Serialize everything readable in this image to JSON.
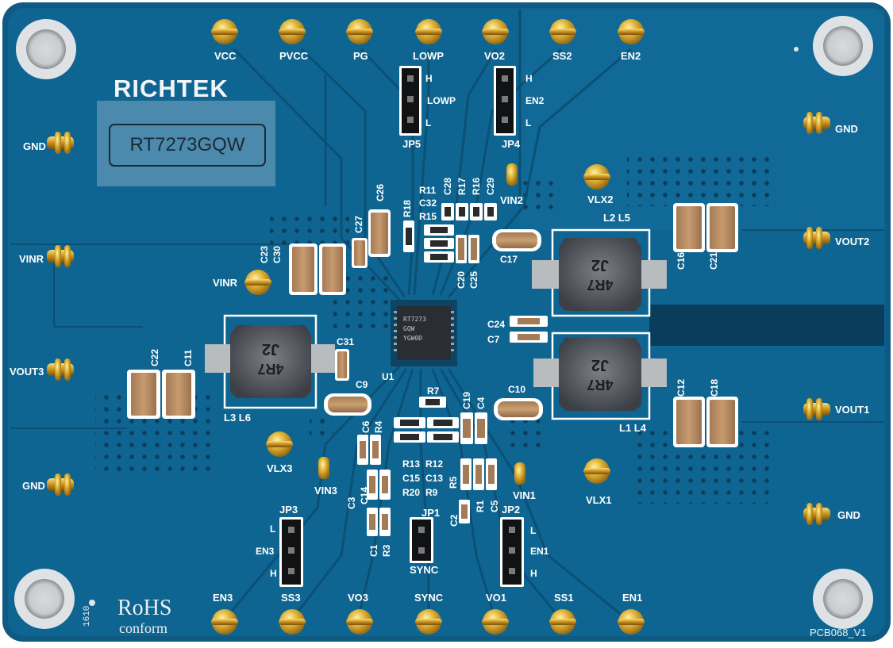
{
  "board": {
    "brand": "RICHTEK",
    "part_number": "RT7273GQW",
    "rohs": "RoHS",
    "conform": "conform",
    "pcb_version": "PCB068_V1",
    "date_code": "1610",
    "chip_marking": [
      "RT7273",
      "GQW",
      "YGW0D"
    ]
  },
  "test_points": {
    "top": [
      "VCC",
      "PVCC",
      "PG",
      "LOWP",
      "VO2",
      "SS2",
      "EN2"
    ],
    "bottom": [
      "EN3",
      "SS3",
      "VO3",
      "SYNC",
      "VO1",
      "SS1",
      "EN1"
    ],
    "left": [
      "GND",
      "VINR",
      "VOUT3",
      "GND"
    ],
    "right": [
      "GND",
      "VOUT2",
      "VOUT1",
      "GND"
    ],
    "inner": [
      "VINR",
      "VIN2",
      "VLX2",
      "VLX3",
      "VIN3",
      "VIN1",
      "VLX1"
    ]
  },
  "jumpers": {
    "jp5": {
      "name": "JP5",
      "pins": [
        "H",
        "LOWP",
        "L"
      ]
    },
    "jp4": {
      "name": "JP4",
      "pins": [
        "H",
        "EN2",
        "L"
      ]
    },
    "jp3": {
      "name": "JP3",
      "pins": [
        "L",
        "EN3",
        "H"
      ]
    },
    "jp2": {
      "name": "JP2",
      "pins": [
        "L",
        "EN1",
        "H"
      ]
    },
    "jp1": {
      "name": "JP1",
      "pins": [
        "SYNC"
      ]
    }
  },
  "inductors": {
    "marking_top": "J2",
    "marking_bottom": "4R7",
    "l2l5": "L2 L5",
    "l3l6": "L3 L6",
    "l1l4": "L1 L4"
  },
  "refdes": {
    "c23": "C23",
    "c30": "C30",
    "c27": "C27",
    "c26": "C26",
    "r18": "R18",
    "r11": "R11",
    "c32": "C32",
    "r15": "R15",
    "c28": "C28",
    "r17": "R17",
    "r16": "R16",
    "c29": "C29",
    "c20": "C20",
    "c25": "C25",
    "c17": "C17",
    "c16": "C16",
    "c21": "C21",
    "c24": "C24",
    "c7": "C7",
    "c31": "C31",
    "c22": "C22",
    "c11": "C11",
    "u1": "U1",
    "c9": "C9",
    "c10": "C10",
    "r7": "R7",
    "c19": "C19",
    "c4": "C4",
    "c12": "C12",
    "c18": "C18",
    "c6": "C6",
    "r4": "R4",
    "r13": "R13",
    "r12": "R12",
    "c15": "C15",
    "c13": "C13",
    "r20": "R20",
    "r9": "R9",
    "r5": "R5",
    "c3": "C3",
    "c14": "C14",
    "r1": "R1",
    "c5": "C5",
    "c2": "C2",
    "c1": "C1",
    "r3": "R3"
  }
}
